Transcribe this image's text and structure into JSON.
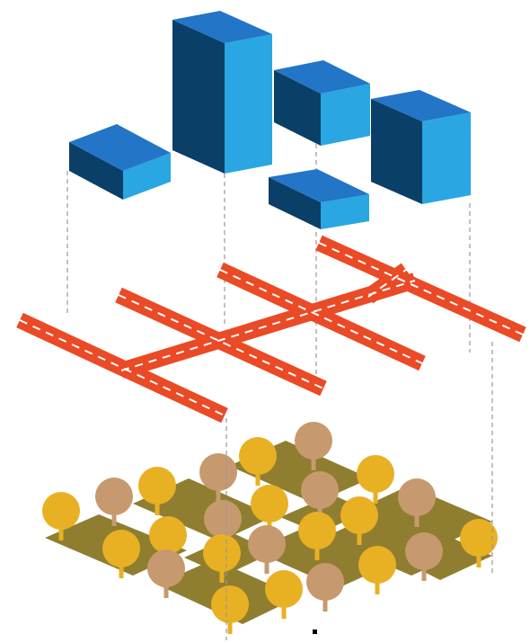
{
  "colors": {
    "background": "#ffffff",
    "building_top": "#2375c7",
    "building_left": "#0a3f68",
    "building_right": "#2aa6e2",
    "road": "#ea4a26",
    "road_marking": "#ffffff",
    "ground_tile": "#8f7e30",
    "ground_tile_edge": "#7a6b27",
    "tree_yellow": "#e8b023",
    "tree_tan": "#c69a6e",
    "trunk_yellow": "#e8b023",
    "trunk_tan": "#c69a6e",
    "guide_line": "#9a9a9a",
    "dot": "#000000"
  },
  "layers": [
    {
      "id": "buildings",
      "icon": "building-block-icon"
    },
    {
      "id": "roads",
      "icon": "road-network-icon"
    },
    {
      "id": "greenery",
      "icon": "tree-icon"
    }
  ]
}
